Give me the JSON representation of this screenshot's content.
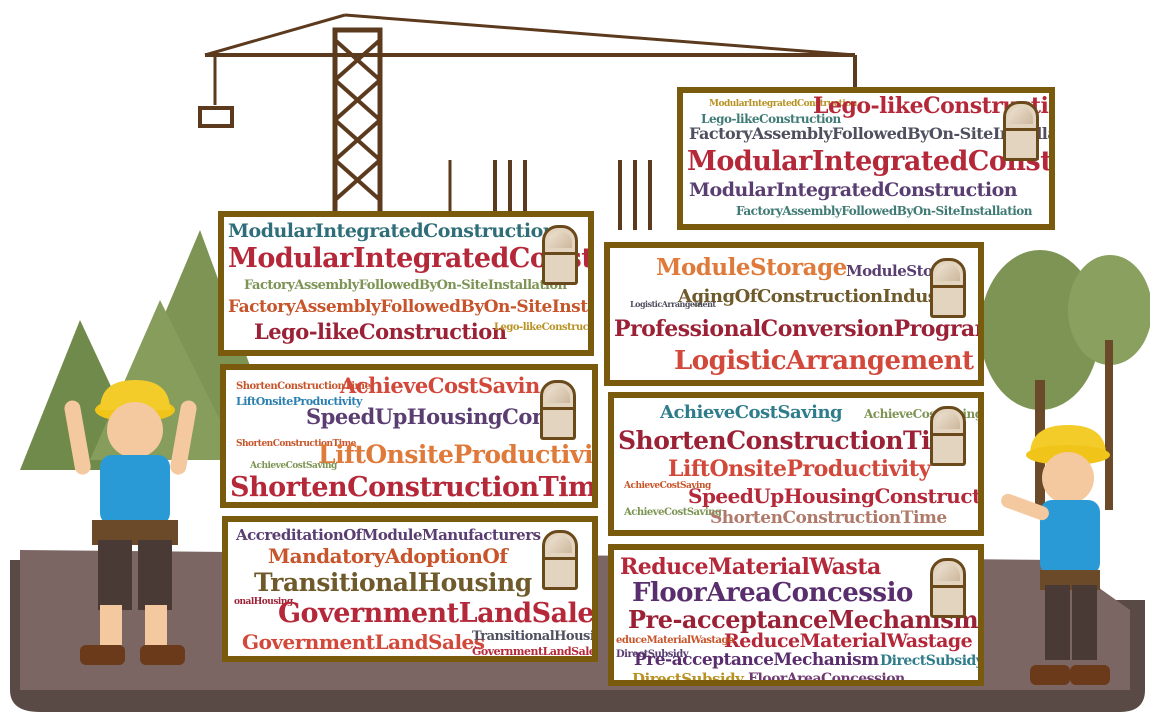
{
  "panels": [
    {
      "id": "panel-top-right",
      "words": [
        "ModularIntegratedConstruction",
        "Lego-likeConstruction",
        "Lego-likeConstruction",
        "FactoryAssemblyFollowedByOn-SiteInstallation",
        "ModularIntegratedConstruction",
        "ModularIntegratedConstruction",
        "FactoryAssemblyFollowedByOn-SiteInstallation"
      ]
    },
    {
      "id": "panel-mic",
      "words": [
        "ModularIntegratedConstruction",
        "ModularIntegratedConstruction",
        "FactoryAssemblyFollowedByOn-SiteInstallation",
        "FactoryAssemblyFollowedByOn-SiteInstallation",
        "Lego-likeConstruction",
        "Lego-likeConstruction"
      ]
    },
    {
      "id": "panel-logistics",
      "words": [
        "ModuleStorage",
        "ModuleSto",
        "AgingOfConstructionIndustr",
        "ProfessionalConversionProgramme",
        "LogisticArrangement",
        "LogisticArrangement"
      ]
    },
    {
      "id": "panel-productivity-left",
      "words": [
        "ShortenConstructionTime",
        "AchieveCostSavin",
        "LiftOnsiteProductivity",
        "SpeedUpHousingConst",
        "ShortenConstructionTime",
        "LiftOnsiteProductivity",
        "AchieveCostSaving",
        "ShortenConstructionTime"
      ]
    },
    {
      "id": "panel-productivity-right",
      "words": [
        "AchieveCostSaving",
        "AchieveCostSaving",
        "ShortenConstructionTim",
        "LiftOnsiteProductivity",
        "AchieveCostSaving",
        "SpeedUpHousingConstruction",
        "AchieveCostSaving",
        "ShortenConstructionTime"
      ]
    },
    {
      "id": "panel-policy",
      "words": [
        "AccreditationOfModuleManufacturers",
        "MandatoryAdoptionOf",
        "TransitionalHousing",
        "onalHousing",
        "GovernmentLandSales",
        "GovernmentLandSales",
        "TransitionalHousing",
        "GovernmentLandSales"
      ]
    },
    {
      "id": "panel-incentives",
      "words": [
        "ReduceMaterialWasta",
        "FloorAreaConcessio",
        "Pre-acceptanceMechanism",
        "ReduceMaterialWastage",
        "educeMaterialWastage",
        "DirectSubsidy",
        "Pre-acceptanceMechanism",
        "DirectSubsidy",
        "DirectSubsidy",
        "FloorAreaConcession"
      ]
    }
  ]
}
